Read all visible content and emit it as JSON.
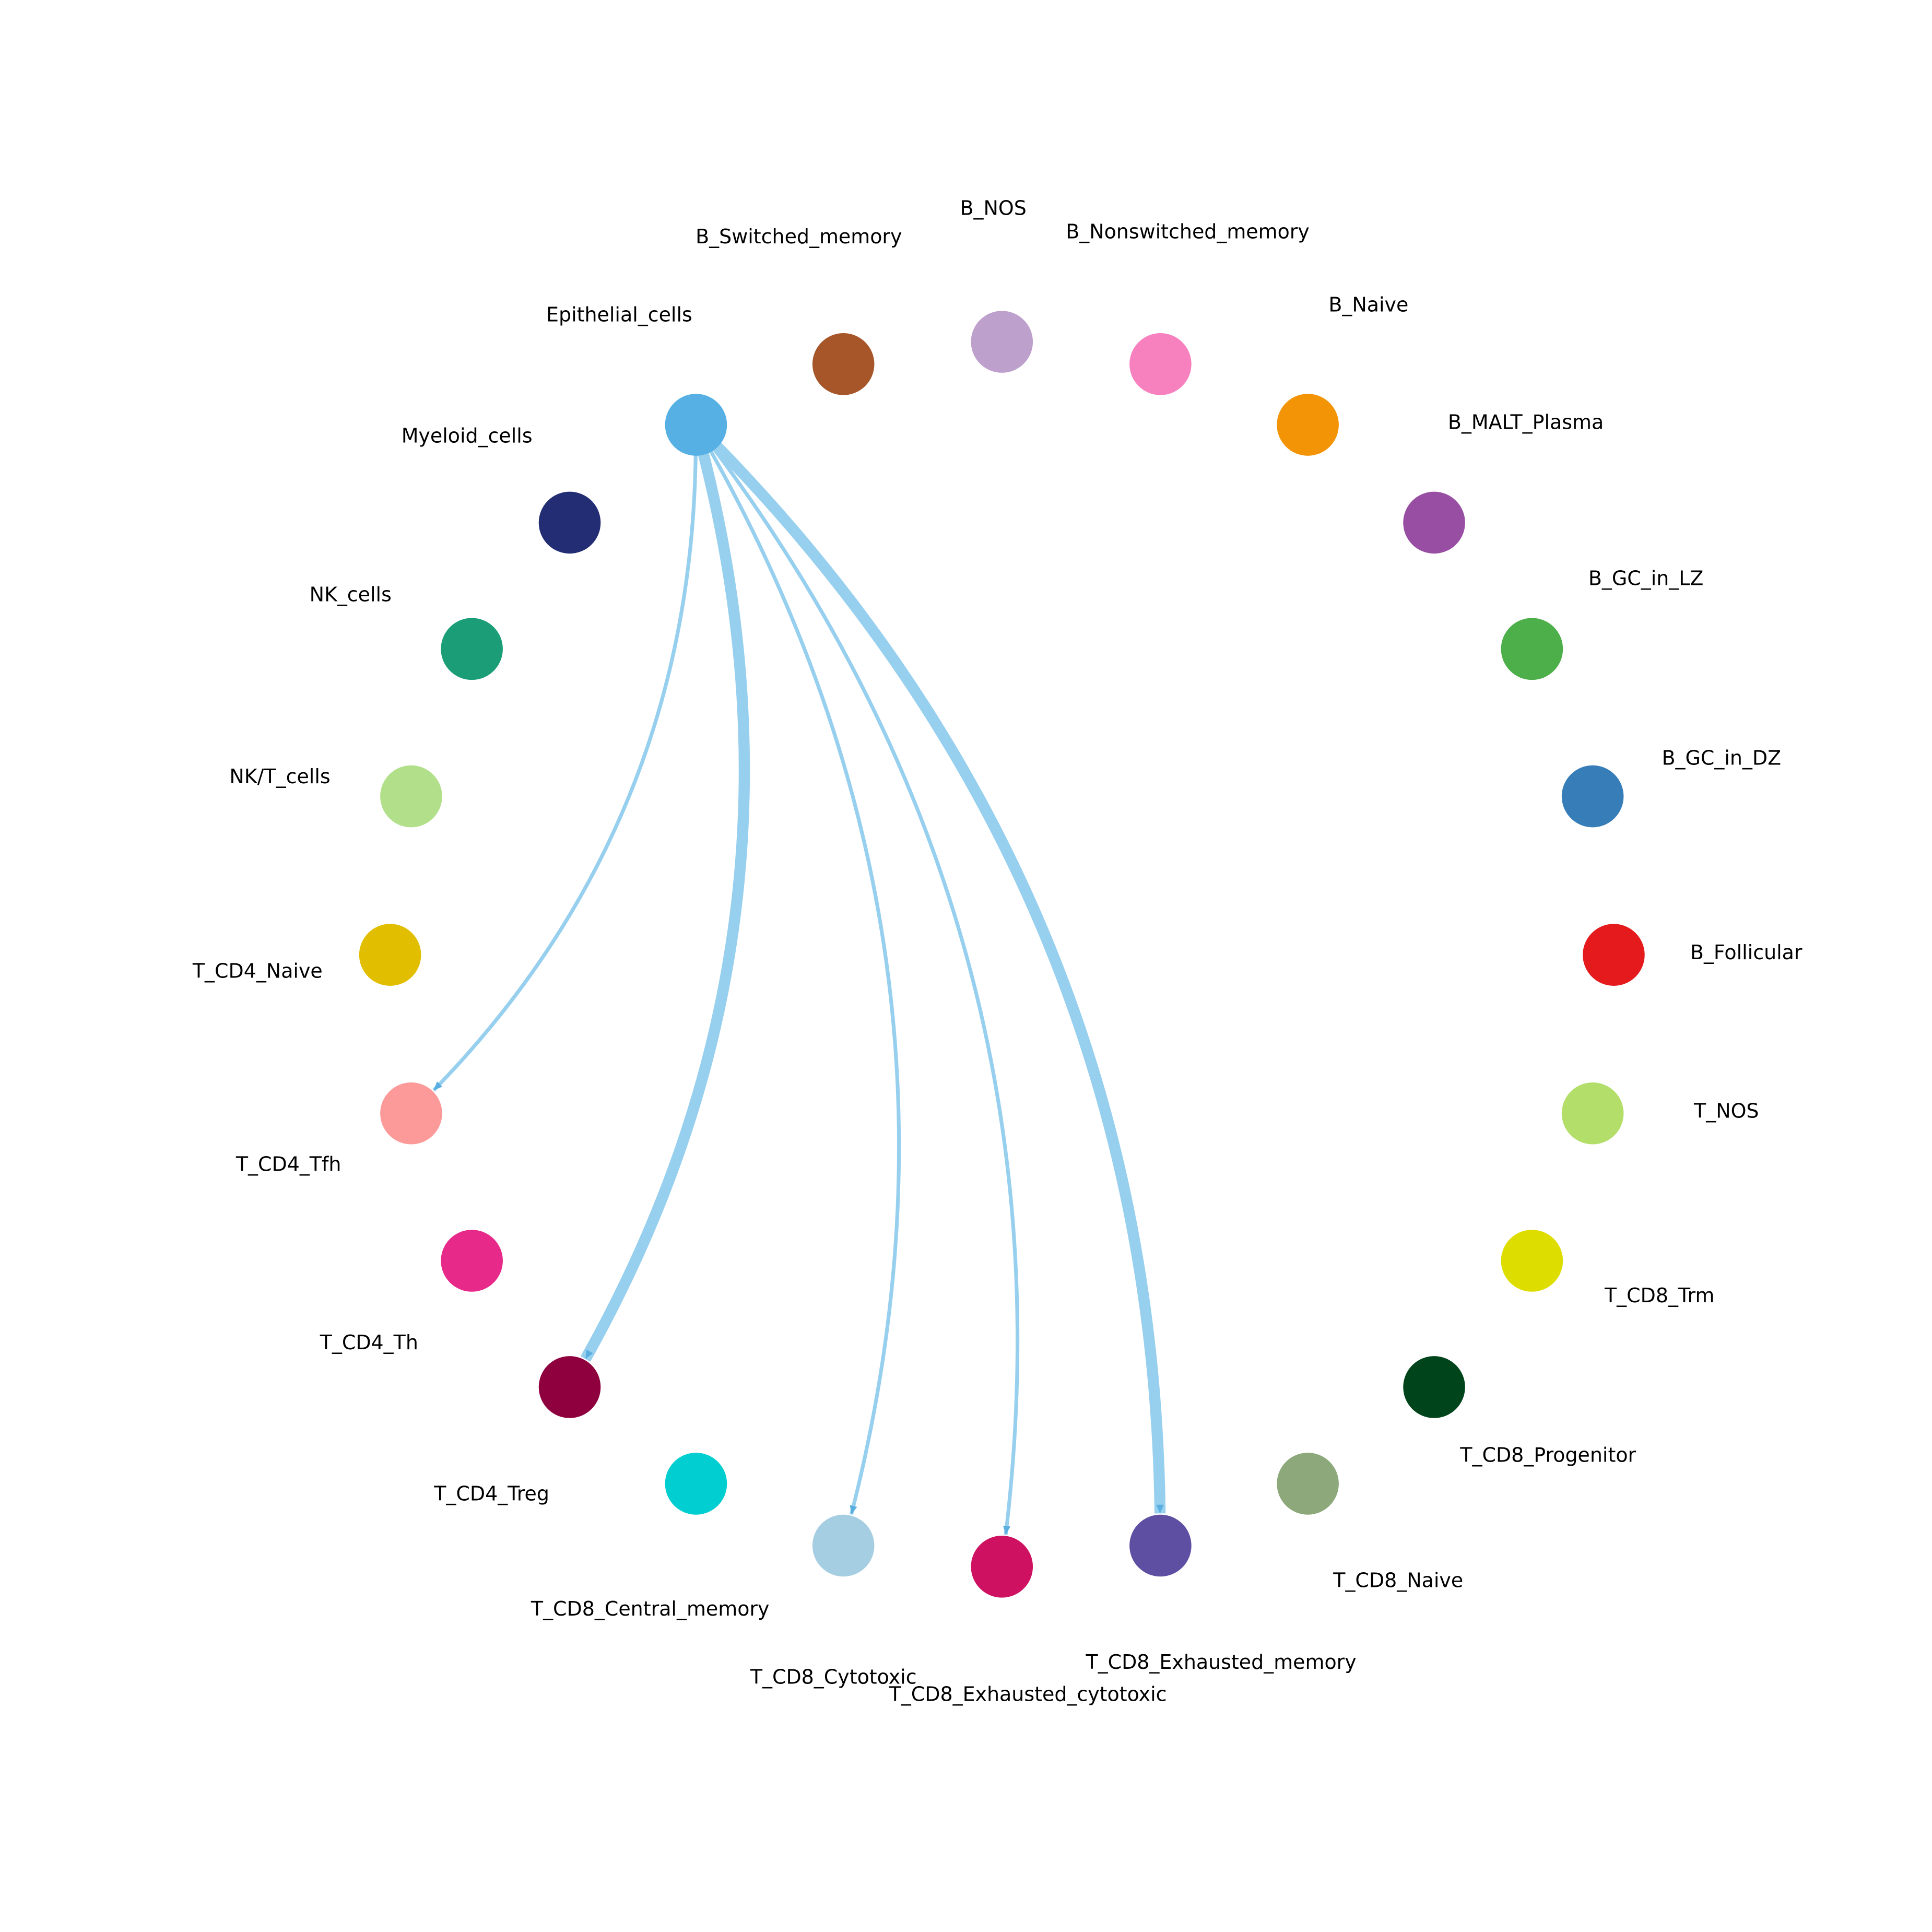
{
  "source_node": "Epithelial_cells",
  "edge_color": "#97CFEE",
  "nodes": [
    {
      "id": "Epithelial_cells",
      "color": "#56B0E3"
    },
    {
      "id": "B_Switched_memory",
      "color": "#A65628"
    },
    {
      "id": "B_NOS",
      "color": "#BEA0CC"
    },
    {
      "id": "B_Nonswitched_memory",
      "color": "#F781BF"
    },
    {
      "id": "B_Naive",
      "color": "#F39406"
    },
    {
      "id": "B_MALT_Plasma",
      "color": "#984EA3"
    },
    {
      "id": "B_GC_in_LZ",
      "color": "#4DAF4A"
    },
    {
      "id": "B_GC_in_DZ",
      "color": "#377EB8"
    },
    {
      "id": "B_Follicular",
      "color": "#E41A1C"
    },
    {
      "id": "T_NOS",
      "color": "#B3DE69"
    },
    {
      "id": "T_CD8_Trm",
      "color": "#DDDD00"
    },
    {
      "id": "T_CD8_Progenitor",
      "color": "#00441B"
    },
    {
      "id": "T_CD8_Naive",
      "color": "#8DA87A"
    },
    {
      "id": "T_CD8_Exhausted_memory",
      "color": "#5E4FA2"
    },
    {
      "id": "T_CD8_Exhausted_cytotoxic",
      "color": "#CE1261"
    },
    {
      "id": "T_CD8_Cytotoxic",
      "color": "#A6CEE3"
    },
    {
      "id": "T_CD8_Central_memory",
      "color": "#00CED1"
    },
    {
      "id": "T_CD4_Treg",
      "color": "#8F003F"
    },
    {
      "id": "T_CD4_Th",
      "color": "#E7298A"
    },
    {
      "id": "T_CD4_Tfh",
      "color": "#FB9A99"
    },
    {
      "id": "T_CD4_Naive",
      "color": "#E1BE00"
    },
    {
      "id": "NK/T_cells",
      "color": "#B2E08A"
    },
    {
      "id": "NK_cells",
      "color": "#1B9E77"
    },
    {
      "id": "Myeloid_cells",
      "color": "#222D73"
    }
  ],
  "edges": [
    {
      "source": "Epithelial_cells",
      "target": "T_CD4_Tfh",
      "weight": 1
    },
    {
      "source": "Epithelial_cells",
      "target": "T_CD4_Treg",
      "weight": 3
    },
    {
      "source": "Epithelial_cells",
      "target": "T_CD8_Cytotoxic",
      "weight": 1
    },
    {
      "source": "Epithelial_cells",
      "target": "T_CD8_Exhausted_cytotoxic",
      "weight": 1
    },
    {
      "source": "Epithelial_cells",
      "target": "T_CD8_Exhausted_memory",
      "weight": 3
    }
  ]
}
